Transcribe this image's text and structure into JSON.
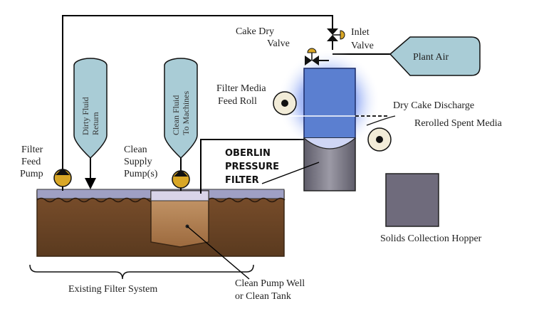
{
  "labels": {
    "cake_dry_valve": [
      "Cake Dry",
      "Valve"
    ],
    "inlet_valve": [
      "Inlet",
      "Valve"
    ],
    "plant_air": "Plant Air",
    "filter_media_feed_roll": [
      "Filter Media",
      "Feed Roll"
    ],
    "dry_cake_discharge": "Dry Cake Discharge",
    "rerolled_spent_media": "Rerolled Spent Media",
    "dirty_fluid_return": [
      "Dirty Fluid",
      "Return"
    ],
    "clean_fluid_to_machines": [
      "Clean Fluid",
      "To Machines"
    ],
    "filter_feed_pump": [
      "Filter",
      "Feed",
      "Pump"
    ],
    "clean_supply_pumps": [
      "Clean",
      "Supply",
      "Pump(s)"
    ],
    "oberlin_pressure_filter": [
      "OBERLIN",
      "PRESSURE",
      "FILTER"
    ],
    "solids_collection_hopper": "Solids Collection Hopper",
    "existing_filter_system": "Existing Filter System",
    "clean_pump_well": [
      "Clean Pump Well",
      "or Clean Tank"
    ]
  },
  "colors": {
    "tank_brown": "#6b4426",
    "tank_surface": "#9fa0c4",
    "balloon_fill": "#a9ccd6",
    "filter_blue": "#5b7fd0",
    "filter_glow": "#6f8ff0",
    "filter_gray": "#8a8894",
    "hopper": "#6f6b7c",
    "pump_gold": "#d9a726",
    "plant_air_fill": "#a9ccd6"
  },
  "icons": [
    "pump-icon",
    "valve-icon",
    "roll-icon",
    "arrow-icon"
  ]
}
